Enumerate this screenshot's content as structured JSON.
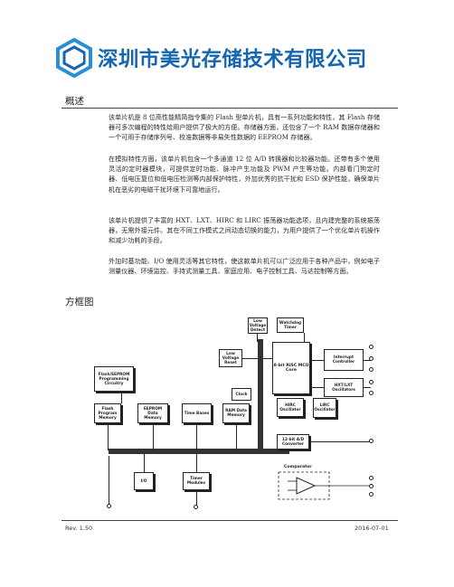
{
  "header": {
    "company_name": "深圳市美光存储技术有限公司",
    "brand_color": "#1565b0"
  },
  "overview": {
    "heading": "概述",
    "paragraphs": [
      "该单片机是 8 位高性能精简指令集的 Flash 型单片机，具有一系列功能和特性，其 Flash 存储器可多次编程的特性给用户提供了极大的方便。存储器方面，还包含了一个 RAM 数据存储器和一个可用于存储序列号、校准数据等非易失性数据的 EEPROM 存储器。",
      "在模拟特性方面，该单片机包含一个多通道 12 位 A/D 转换器和比较器功能。还带有多个使用灵活的定时器模块，可提供定时功能、脉冲产生功能及 PWM 产生等功能。内部看门狗定时器、低电压复位和低电压检测等内部保护特性，外加优秀的抗干扰和 ESD 保护性能，确保单片机在恶劣的电磁干扰环境下可靠地运行。",
      "该单片机提供了丰富的 HXT、LXT、HIRC 和 LIRC 振荡器功能选项，且内建完整的系统振荡器，无需外接元件。其在不同工作模式之间动态切换的能力，为用户提供了一个优化单片机操作和减少功耗的手段。",
      "外加时基功能、I/O 使用灵活等其它特性，使这款单片机可以广泛应用于各种产品中，例如电子测量仪器、环境监控、手持式测量工具、家庭应用、电子控制工具、马达控制等方面。"
    ]
  },
  "diagram": {
    "heading": "方框图",
    "blocks": {
      "low_voltage_detect": "Low Voltage Detect",
      "watchdog_timer": "Watchdog Timer",
      "low_voltage_reset": "Low Voltage Reset",
      "mcu_core": "8-bit RISC MCU Core",
      "interrupt_controller": "Interrupt Controller",
      "hxt_lxt": "HXT/LXT Oscillators",
      "flash_eeprom_prog": "Flash/EEPROM Programming Circuitry",
      "clock": "Clock",
      "hirc": "HIRC Oscillator",
      "lirc": "LIRC Oscillator",
      "flash_memory": "Flash Program Memory",
      "eeprom_memory": "EEPROM Data Memory",
      "time_bases": "Time Bases",
      "ram_memory": "RAM Data Memory",
      "adc": "12-bit A/D Converter",
      "io": "I/O",
      "timer_modules": "Timer Modules",
      "comparator": "Comparator"
    }
  },
  "footer": {
    "revision": "Rev. 1.50",
    "date": "2016-07-01"
  }
}
